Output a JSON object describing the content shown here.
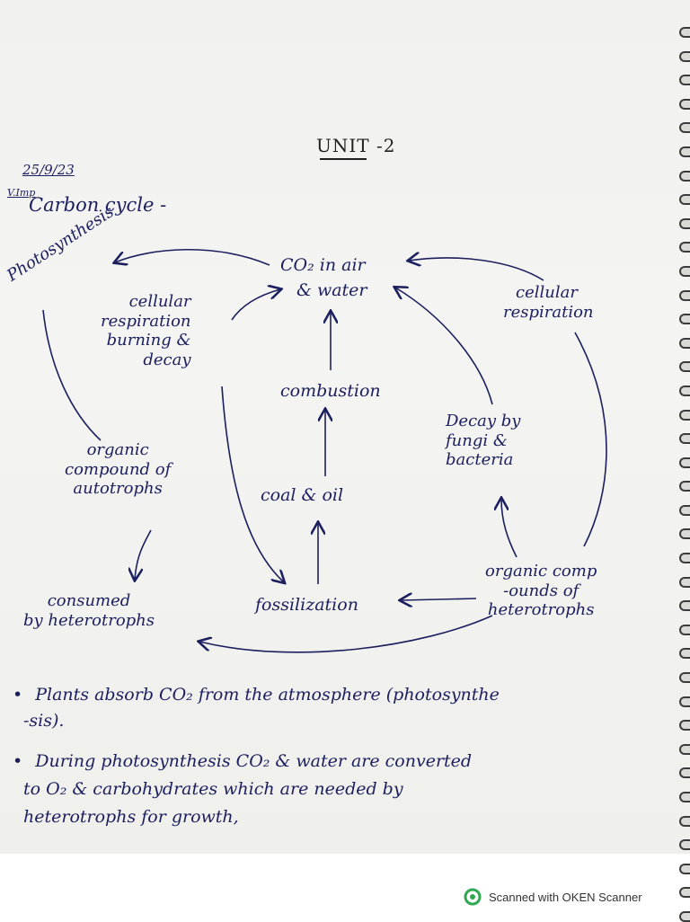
{
  "page": {
    "title": "UNIT  -2",
    "date": "25/9/23",
    "imp_mark": "V.Imp",
    "heading": "Carbon cycle -"
  },
  "diagram": {
    "photosynthesis": "Photosynthesis",
    "co2_line1": "CO₂ in air",
    "co2_line2": "& water",
    "cell_left": [
      "cellular",
      "respiration",
      "burning &",
      "decay"
    ],
    "cell_right": [
      "cellular",
      "respiration"
    ],
    "combustion": "combustion",
    "decay": [
      "Decay by",
      "fungi &",
      "bacteria"
    ],
    "coal": "coal & oil",
    "org_auto": [
      "organic",
      "compound of",
      "autotrophs"
    ],
    "org_het": [
      "organic comp",
      "-ounds of",
      "heterotrophs"
    ],
    "fossil": "fossilization",
    "consumed": [
      "consumed",
      "by heterotrophs"
    ]
  },
  "notes": {
    "bullet1": [
      "Plants absorb CO₂ from the atmosphere (photosynthe",
      "-sis)."
    ],
    "bullet2": [
      "During photosynthesis CO₂ & water are converted",
      "to O₂ & carbohydrates which are needed by",
      "heterotrophs for growth,"
    ]
  },
  "footer": {
    "scanner_text": "Scanned with OKEN Scanner",
    "logo_icon": "oken-scanner-logo",
    "logo_color": "#2fa84f"
  },
  "colors": {
    "ink": "#1c1f5e",
    "paper": "#f2f2f0"
  }
}
